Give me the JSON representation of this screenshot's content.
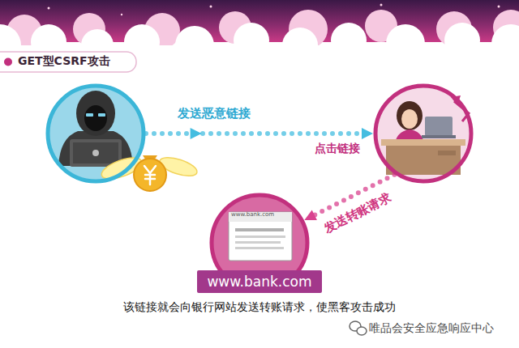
{
  "diagram": {
    "title": "GET型CSRF攻击",
    "caption": "该链接就会向银行网站发送转账请求，使黑客攻击成功",
    "nodes": [
      {
        "text": []
      },
      {
        "text": [
          "点击链接"
        ]
      },
      {
        "text": [
          "www.bank.com",
          "www.bank.com"
        ]
      }
    ],
    "edges": [
      {
        "from": 0,
        "to": 1,
        "label": "发送恶意链接",
        "arrow": "to"
      },
      {
        "from": 1,
        "to": 2,
        "label": "发送转账请求",
        "arrow": "to"
      }
    ],
    "labels": [
      "唯品会安全应急响应中心"
    ]
  }
}
